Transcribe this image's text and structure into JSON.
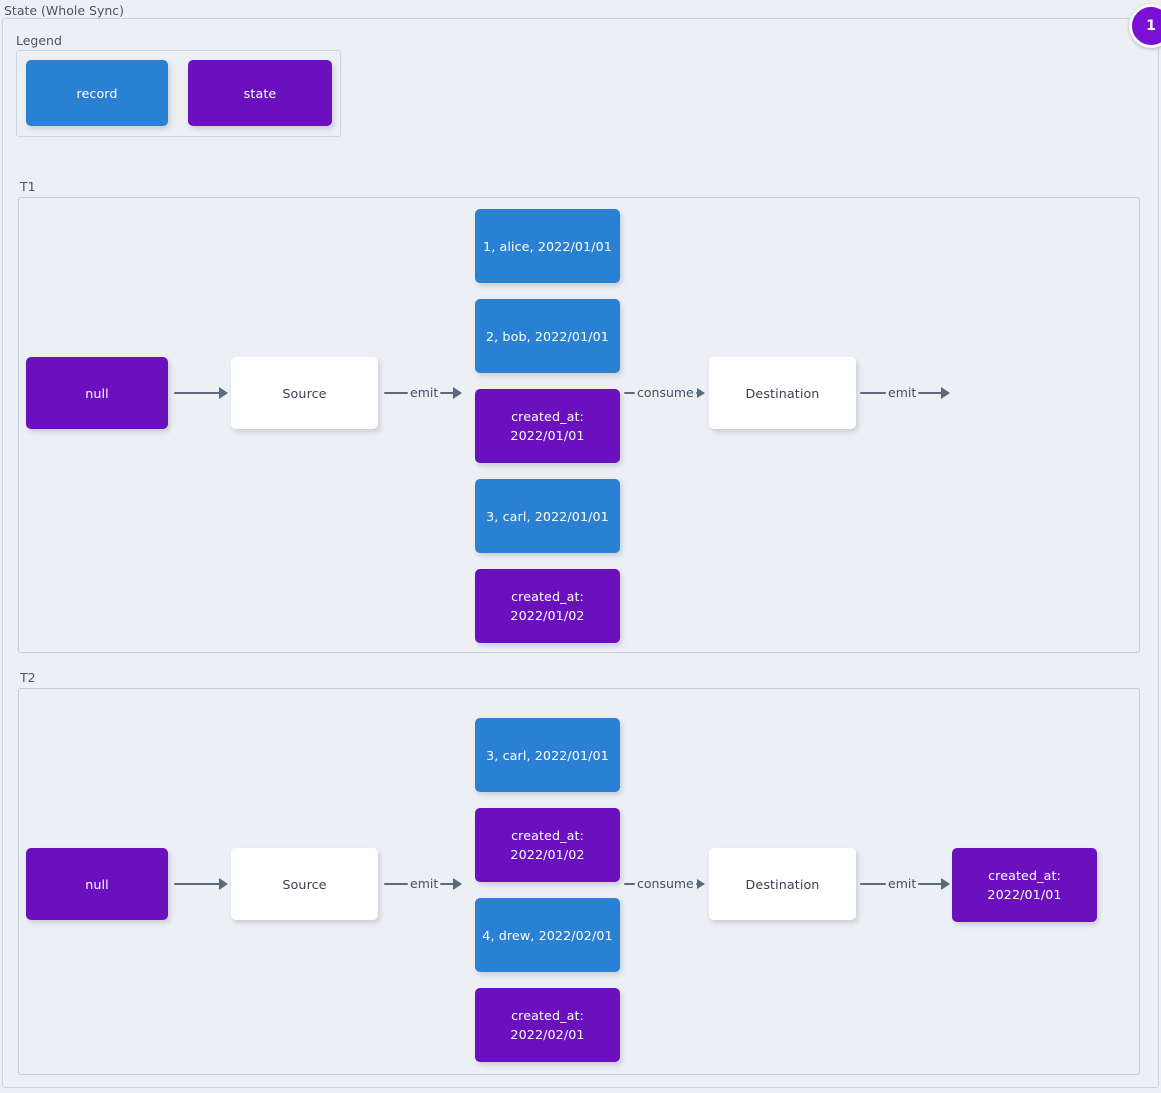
{
  "diagram": {
    "title": "State (Whole Sync)",
    "badge": "1",
    "colors": {
      "record": "#2a80d2",
      "state": "#6a11bd",
      "background": "#eceff4",
      "border": "#c3cedb",
      "arrow": "#5b6b7d",
      "badge": "#7a0fd6"
    }
  },
  "legend": {
    "title": "Legend",
    "items": [
      {
        "label": "record",
        "kind": "record"
      },
      {
        "label": "state",
        "kind": "state"
      }
    ]
  },
  "sections": [
    {
      "label": "T1",
      "nodes": {
        "initial_state": "null",
        "source": "Source",
        "destination": "Destination"
      },
      "arrows": {
        "state_to_source": "",
        "source_emit": "emit",
        "destination_consume": "consume",
        "destination_emit": "emit"
      },
      "emitted": [
        {
          "kind": "record",
          "label": "1, alice, 2022/01/01"
        },
        {
          "kind": "record",
          "label": "2, bob, 2022/01/01"
        },
        {
          "kind": "state",
          "label": "created_at:\n2022/01/01"
        },
        {
          "kind": "record",
          "label": "3, carl, 2022/01/01"
        },
        {
          "kind": "state",
          "label": "created_at:\n2022/01/02"
        }
      ],
      "output": null
    },
    {
      "label": "T2",
      "nodes": {
        "initial_state": "null",
        "source": "Source",
        "destination": "Destination"
      },
      "arrows": {
        "state_to_source": "",
        "source_emit": "emit",
        "destination_consume": "consume",
        "destination_emit": "emit"
      },
      "emitted": [
        {
          "kind": "record",
          "label": "3, carl, 2022/01/01"
        },
        {
          "kind": "state",
          "label": "created_at:\n2022/01/02"
        },
        {
          "kind": "record",
          "label": "4, drew, 2022/02/01"
        },
        {
          "kind": "state",
          "label": "created_at:\n2022/02/01"
        }
      ],
      "output": {
        "kind": "state",
        "label": "created_at:\n2022/01/01"
      }
    }
  ]
}
